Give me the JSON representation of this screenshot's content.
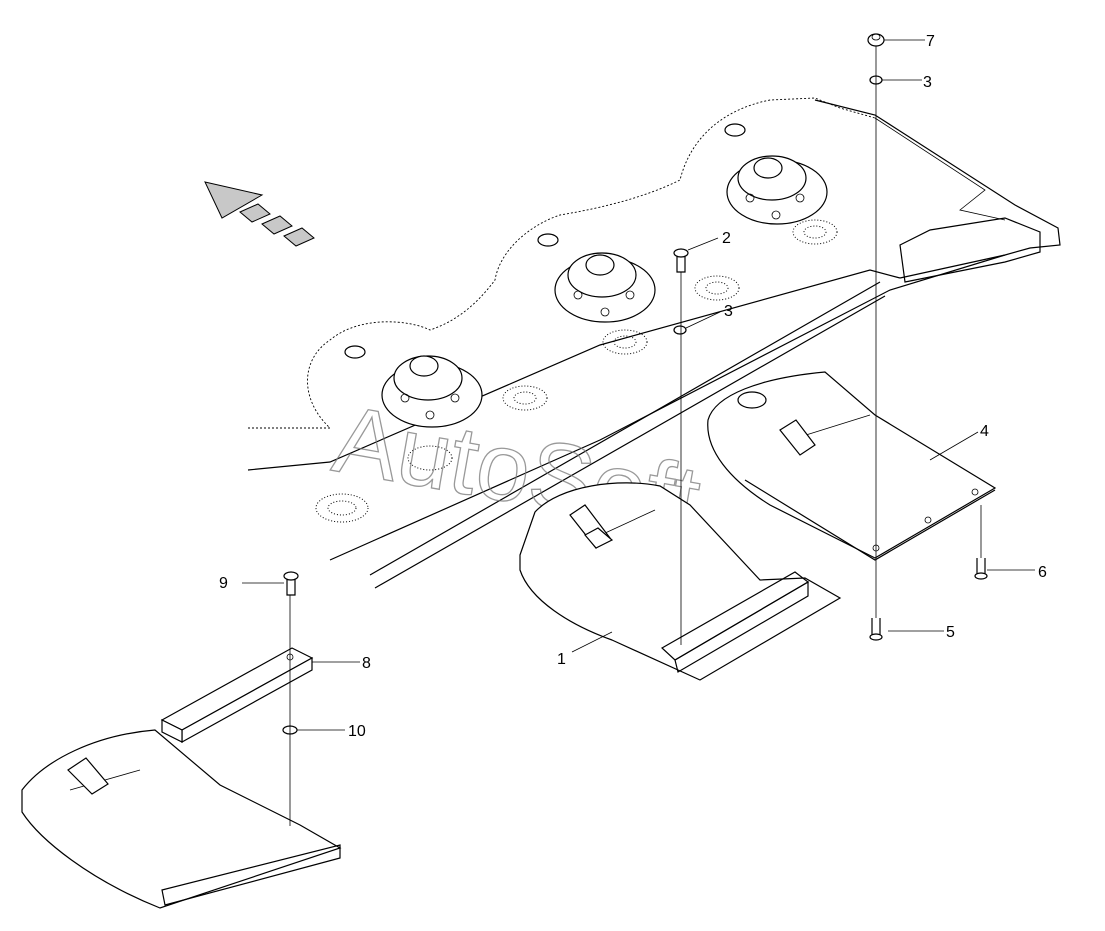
{
  "watermark": "AutoSoft",
  "callouts": {
    "c1": "1",
    "c2": "2",
    "c3a": "3",
    "c3b": "3",
    "c4": "4",
    "c5": "5",
    "c6": "6",
    "c7": "7",
    "c8": "8",
    "c9": "9",
    "c10": "10"
  },
  "icons": {
    "direction": "direction-arrow-icon"
  },
  "colors": {
    "line": "#000000",
    "background": "#ffffff",
    "shading": "#c8c8c8"
  }
}
